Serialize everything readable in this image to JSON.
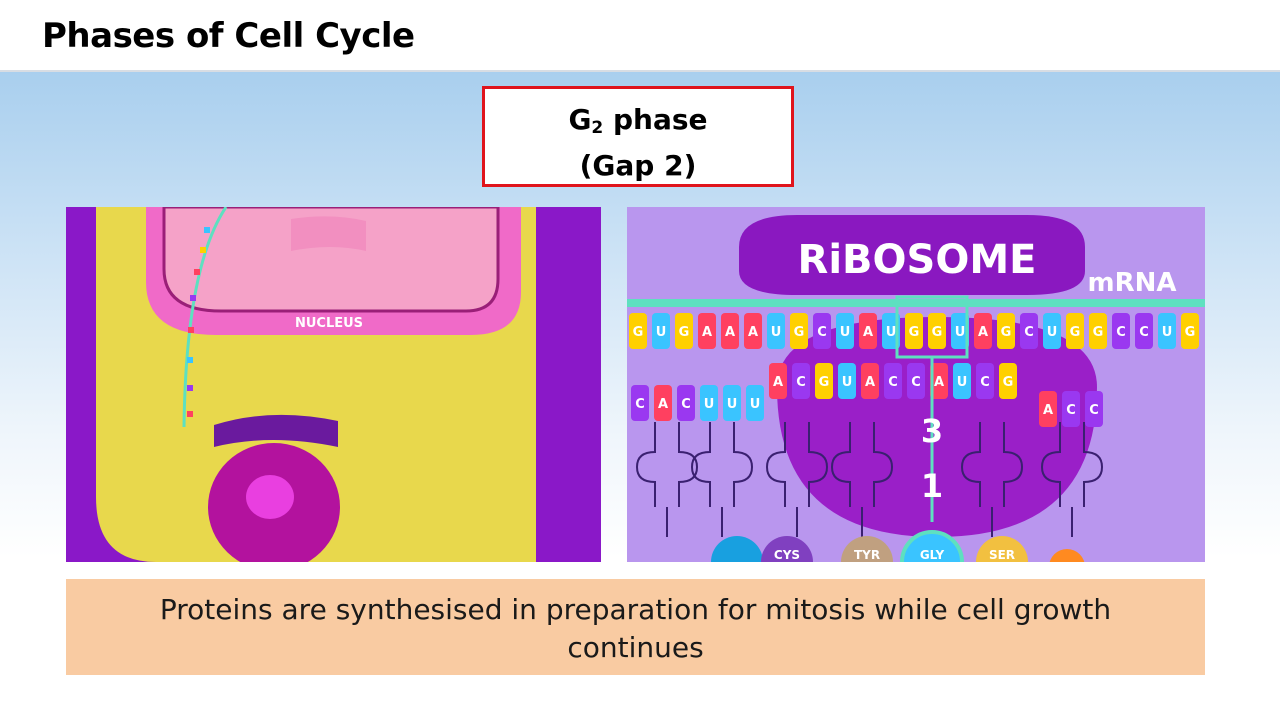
{
  "slide": {
    "title": "Phases of Cell Cycle"
  },
  "phase": {
    "g": "G",
    "sub": "2",
    "phase_word": " phase",
    "line2": "(Gap 2)"
  },
  "left_image": {
    "nucleus_label": "NUCLEUS"
  },
  "right_image": {
    "ribosome_label": "RiBOSOME",
    "mrna_label": "mRNA",
    "mrna_codons": "GUGAAAUGCUAUGGUAGCUGGCCUG",
    "trna_row": "ACGUACCAUCG",
    "trna_left": "CACUUU",
    "trna_right": "ACC",
    "number_top": "3",
    "number_bottom": "1",
    "amino_acids": [
      "CYS",
      "TYR",
      "GLY",
      "SER"
    ]
  },
  "caption": {
    "line1": "Proteins are synthesised in preparation for mitosis while cell growth",
    "line2": "continues"
  },
  "colors": {
    "accent_border": "#e0141c",
    "caption_bg": "#f9cba2",
    "left_bg": "#8a18c8",
    "right_bg": "#b996ee"
  }
}
